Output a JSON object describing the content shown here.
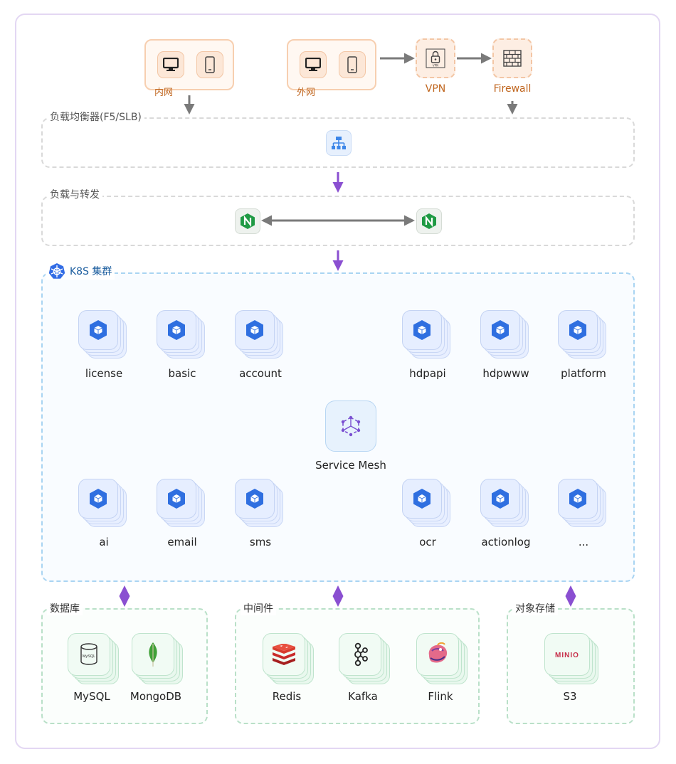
{
  "clients": {
    "intranet_label": "内网",
    "extranet_label": "外网",
    "vpn_label": "VPN",
    "firewall_label": "Firewall"
  },
  "sections": {
    "load_balancer": "负载均衡器(F5/SLB)",
    "forwarding": "负载与转发",
    "k8s": "K8S 集群",
    "database": "数据库",
    "middleware": "中间件",
    "object_storage": "对象存储"
  },
  "services_top": [
    "license",
    "basic",
    "account",
    "hdpapi",
    "hdpwww",
    "platform"
  ],
  "services_bottom": [
    "ai",
    "email",
    "sms",
    "ocr",
    "actionlog",
    "..."
  ],
  "service_mesh_label": "Service Mesh",
  "databases": [
    "MySQL",
    "MongoDB"
  ],
  "middleware": [
    "Redis",
    "Kafka",
    "Flink"
  ],
  "storage": [
    "S3"
  ],
  "icon_text": {
    "minio": "MINIO",
    "mysql": "MySQL",
    "vpn": "VPN"
  },
  "colors": {
    "frame": "#e3d7f3",
    "client_orange": "#c0661f",
    "k8s_blue": "#1a5c9e",
    "service_blue": "#2f6fe0",
    "arrow_gray": "#7a7a7a",
    "arrow_purple": "#8a4fd1",
    "storage_green": "#b9e0c8"
  },
  "icons": {
    "pc": "monitor-icon",
    "phone": "phone-icon",
    "vpn": "lock-icon",
    "firewall": "brick-wall-icon",
    "lb": "sitemap-icon",
    "nginx": "nginx-icon",
    "k8s": "kubernetes-icon",
    "service": "cube-hexagon-icon",
    "mesh": "service-mesh-icon"
  }
}
